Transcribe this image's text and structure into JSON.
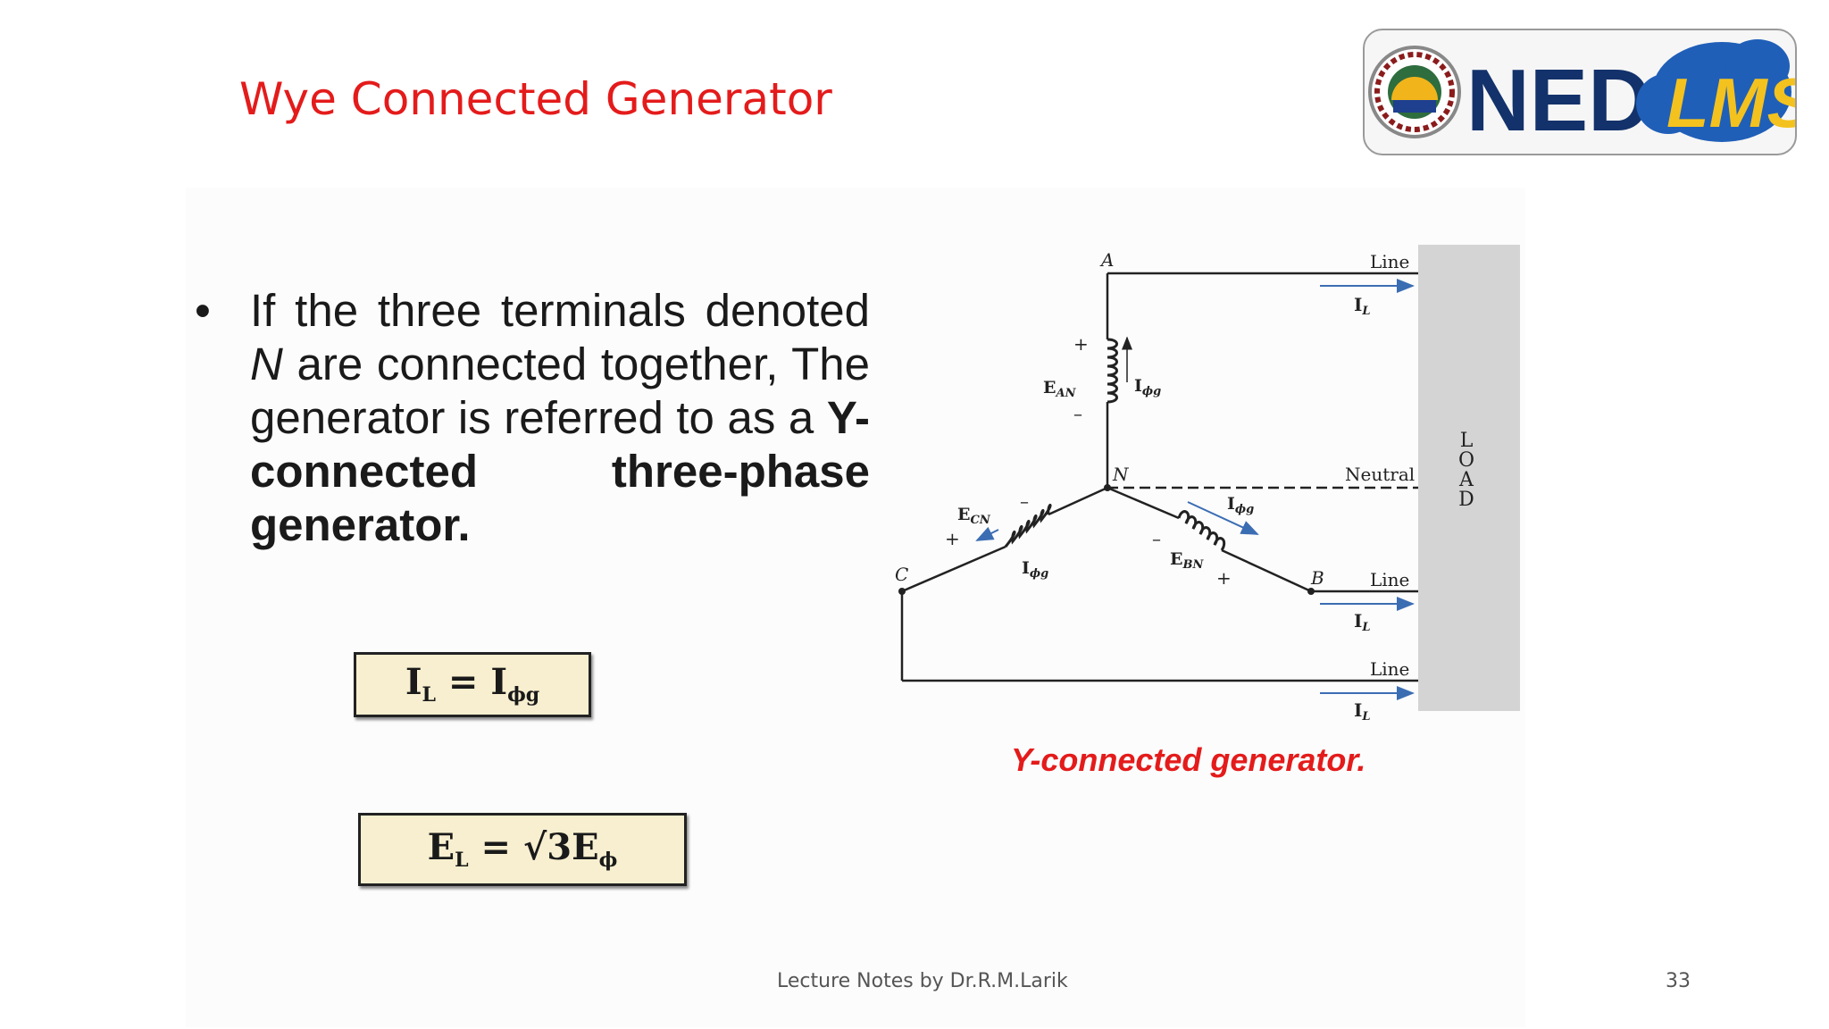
{
  "title": "Wye Connected Generator",
  "logo": {
    "text_ned": "NED",
    "text_lms": "LMS"
  },
  "bullet": {
    "part1": "If the three terminals denoted ",
    "italic_n": "N",
    "part2": " are connected together, The generator is referred to as a ",
    "bold": "Y-connected three-phase generator."
  },
  "formula_1": {
    "lhs": "I",
    "lhs_sub": "L",
    "eq": " = ",
    "rhs": "I",
    "rhs_sub": "ϕg"
  },
  "formula_2": {
    "lhs": "E",
    "lhs_sub": "L",
    "eq": " = ",
    "rhs": "√3E",
    "rhs_sub": "ϕ"
  },
  "circuit": {
    "node_a": "A",
    "node_b": "B",
    "node_c": "C",
    "node_n": "N",
    "line_label": "Line",
    "neutral_label": "Neutral",
    "load_label": "LOAD",
    "current_line": "I",
    "current_line_sub": "L",
    "current_phase": "I",
    "current_phase_sub": "ϕg",
    "emf_an": "E",
    "emf_an_sub": "AN",
    "emf_bn": "E",
    "emf_bn_sub": "BN",
    "emf_cn": "E",
    "emf_cn_sub": "CN",
    "plus": "+",
    "minus": "–"
  },
  "caption": "Y-connected generator.",
  "footer": "Lecture Notes by Dr.R.M.Larik",
  "page_number": "33",
  "colors": {
    "title": "#e41b1b",
    "caption": "#e41b1b",
    "formula_bg": "#f7efcf",
    "load": "#d4d4d4",
    "arrow": "#3b6db3"
  }
}
